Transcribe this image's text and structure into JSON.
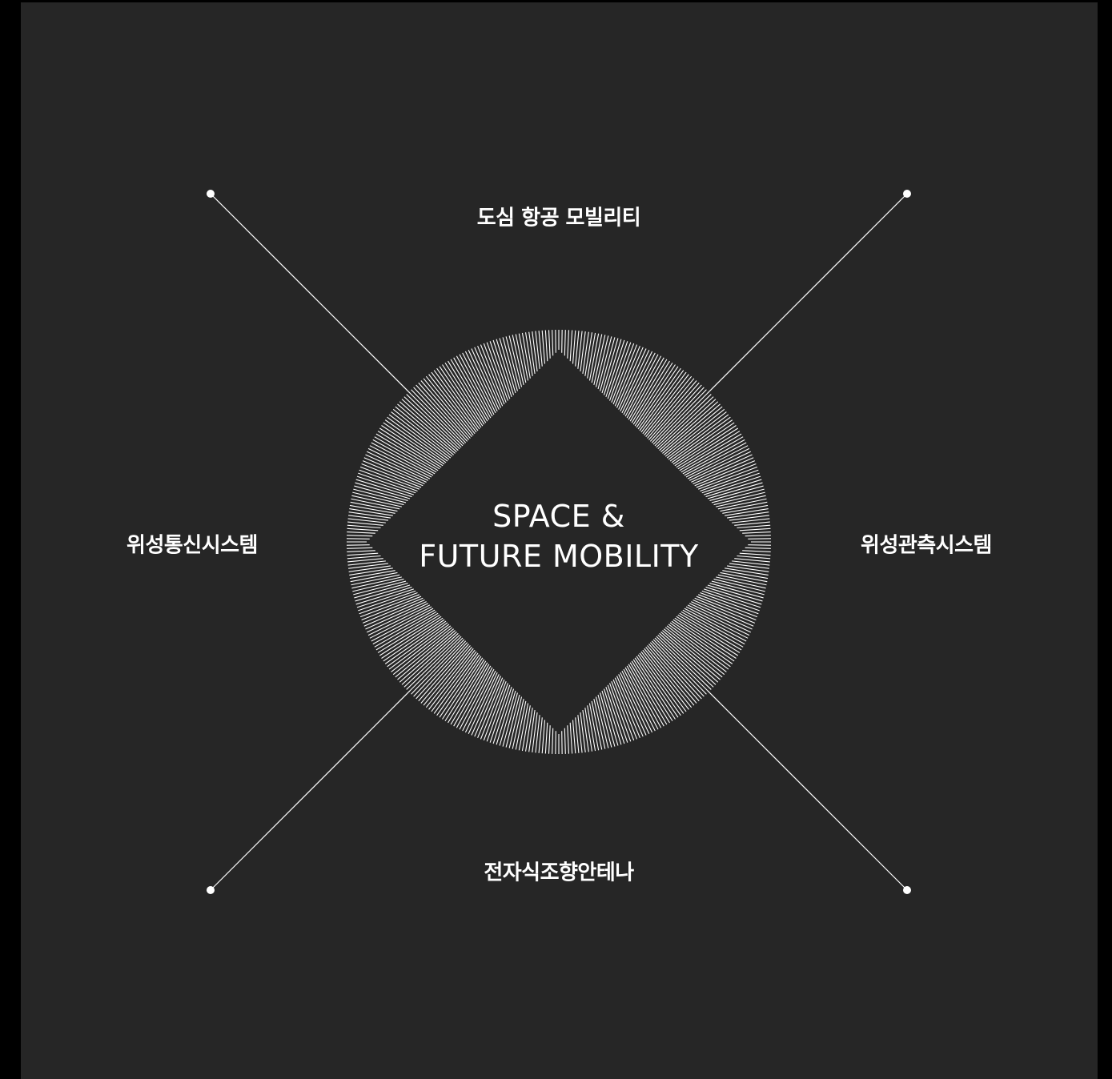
{
  "diagram": {
    "center": {
      "line1": "SPACE &",
      "line2": "FUTURE MOBILITY"
    },
    "labels": {
      "top": "도심 항공 모빌리티",
      "left": "위성통신시스템",
      "right": "위성관측시스템",
      "bottom": "전자식조향안테나"
    },
    "colors": {
      "background": "#262626",
      "outer": "#000000",
      "foreground": "#ffffff"
    }
  }
}
